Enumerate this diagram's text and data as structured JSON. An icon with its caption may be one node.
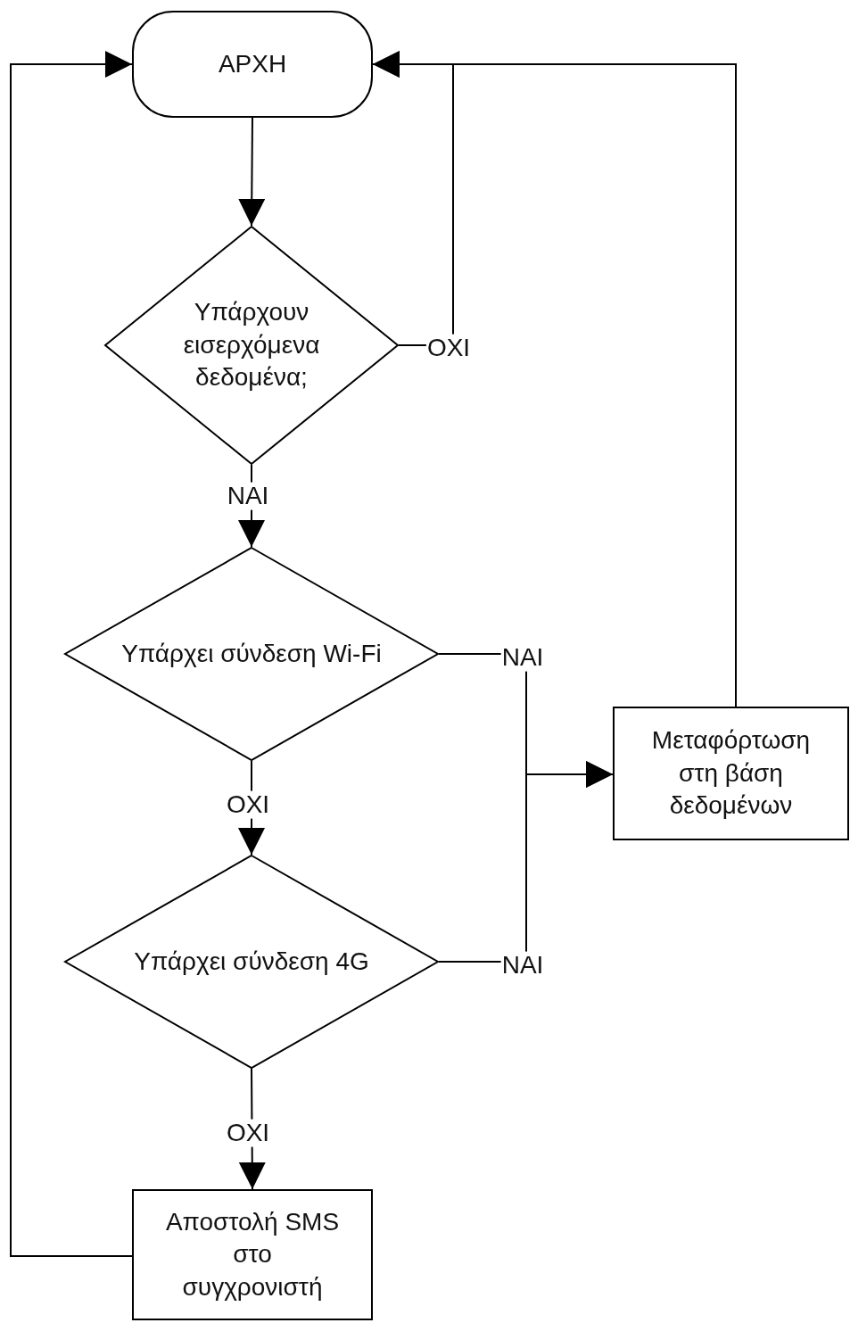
{
  "diagram": {
    "nodes": [
      {
        "text": [
          "ΑΡΧΗ"
        ]
      },
      {
        "text": [
          "Υπάρχουν εισερχόμενα δεδομένα;"
        ]
      },
      {
        "text": [
          "Υπάρχει σύνδεση Wi-Fi"
        ]
      },
      {
        "text": [
          "Υπάρχει σύνδεση 4G"
        ]
      },
      {
        "text": [
          "Μεταφόρτωση στη βάση δεδομένων"
        ]
      },
      {
        "text": [
          "Αποστολή SMS στο συγχρονιστή"
        ]
      }
    ],
    "edges": [
      {
        "from": 0,
        "to": 1,
        "arrow": "to"
      },
      {
        "from": 1,
        "to": 0,
        "arrow": "to",
        "label": "ΟΧΙ"
      },
      {
        "from": 1,
        "to": 2,
        "arrow": "to",
        "label": "ΝΑΙ"
      },
      {
        "from": 2,
        "to": 4,
        "arrow": "to",
        "label": "ΝΑΙ"
      },
      {
        "from": 2,
        "to": 3,
        "arrow": "to",
        "label": "ΟΧΙ"
      },
      {
        "from": 3,
        "to": 4,
        "arrow": "to",
        "label": "ΝΑΙ"
      },
      {
        "from": 3,
        "to": 5,
        "arrow": "to",
        "label": "ΟΧΙ"
      },
      {
        "from": 4,
        "to": 0,
        "arrow": "to"
      },
      {
        "from": 5,
        "to": 0,
        "arrow": "to"
      }
    ]
  }
}
